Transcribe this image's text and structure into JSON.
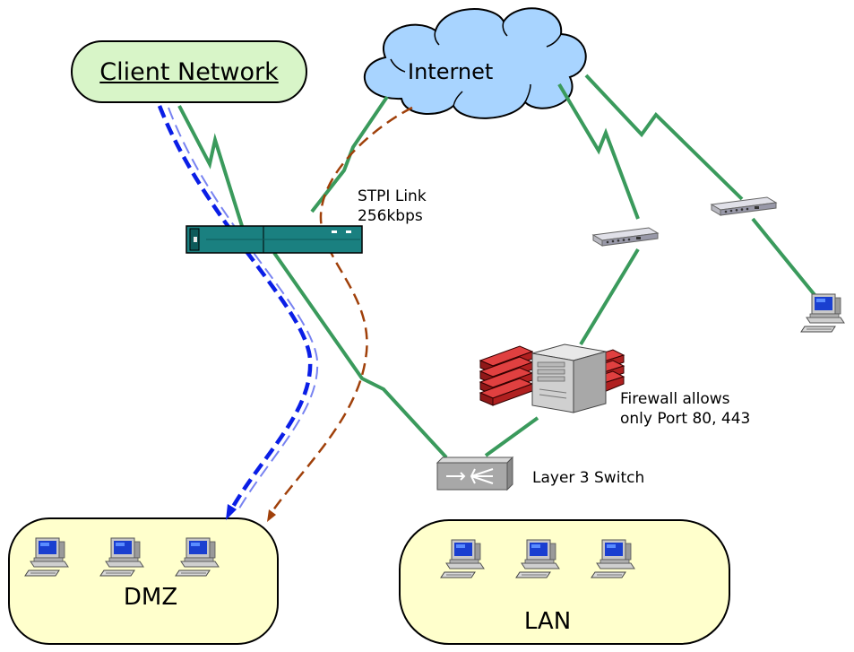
{
  "nodes": {
    "client_network": "Client Network",
    "internet": "Internet",
    "dmz": "DMZ",
    "lan": "LAN",
    "layer3_switch": "Layer 3 Switch"
  },
  "annotations": {
    "stpi_link": [
      "STPI Link",
      "256kbps"
    ],
    "firewall": [
      "Firewall allows",
      "only Port 80, 443"
    ]
  },
  "colors": {
    "link_green": "#3a9a5c",
    "dmz_path_blue": "#0a1ee6",
    "internet_path_brown": "#a0400a",
    "zone_fill": "#ffffcc",
    "client_fill": "#d8f5c8",
    "cloud_fill": "#a8d4ff",
    "router_teal": "#1a7a7a"
  },
  "icons": [
    "router-icon",
    "modem-icon",
    "server-icon",
    "firewall-icon",
    "switch-icon",
    "workstation-icon"
  ]
}
